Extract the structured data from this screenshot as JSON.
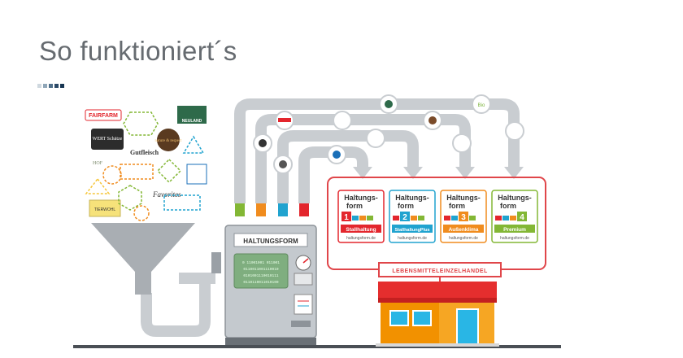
{
  "slide": {
    "title": "So funktioniert´s"
  },
  "colors": {
    "title": "#666b70",
    "pipe": "#c8ccd0",
    "frame_red": "#e0464a",
    "level1": "#e3262d",
    "level2": "#20a3cf",
    "level3": "#f08c1e",
    "level4": "#83b735",
    "shop_orange": "#f29100",
    "shop_red": "#e52e2e",
    "shop_blue": "#29b6e5",
    "machine": "#b9bec4",
    "display": "#7fae7f"
  },
  "brand_logos": {
    "fairfarm": "FAIRFARM",
    "neuland": "NEULAND",
    "wert_schaetze": "WERT Schätze",
    "nature_respect": "nature & respect",
    "gutfleisch": "Gutfleisch",
    "hof": "HOF",
    "favorites": "Favorites",
    "tierwohl": "TIERWOHL",
    "bio": "Bio"
  },
  "machine": {
    "label": "HALTUNGSFORM",
    "display_lines": [
      "0 11001001 011001",
      "0110011001110010",
      "0101001110010111",
      "0110110011010100"
    ]
  },
  "cards": [
    {
      "title1": "Haltungs-",
      "title2": "form",
      "number": "1",
      "name": "Stallhaltung",
      "url": "haltungsform.de",
      "color": "#e3262d"
    },
    {
      "title1": "Haltungs-",
      "title2": "form",
      "number": "2",
      "name": "StallhaltungPlus",
      "url": "haltungsform.de",
      "color": "#20a3cf"
    },
    {
      "title1": "Haltungs-",
      "title2": "form",
      "number": "3",
      "name": "Außenklima",
      "url": "haltungsform.de",
      "color": "#f08c1e"
    },
    {
      "title1": "Haltungs-",
      "title2": "form",
      "number": "4",
      "name": "Premium",
      "url": "haltungsform.de",
      "color": "#83b735"
    }
  ],
  "shop": {
    "sign": "LEBENSMITTELEINZELHANDEL"
  }
}
